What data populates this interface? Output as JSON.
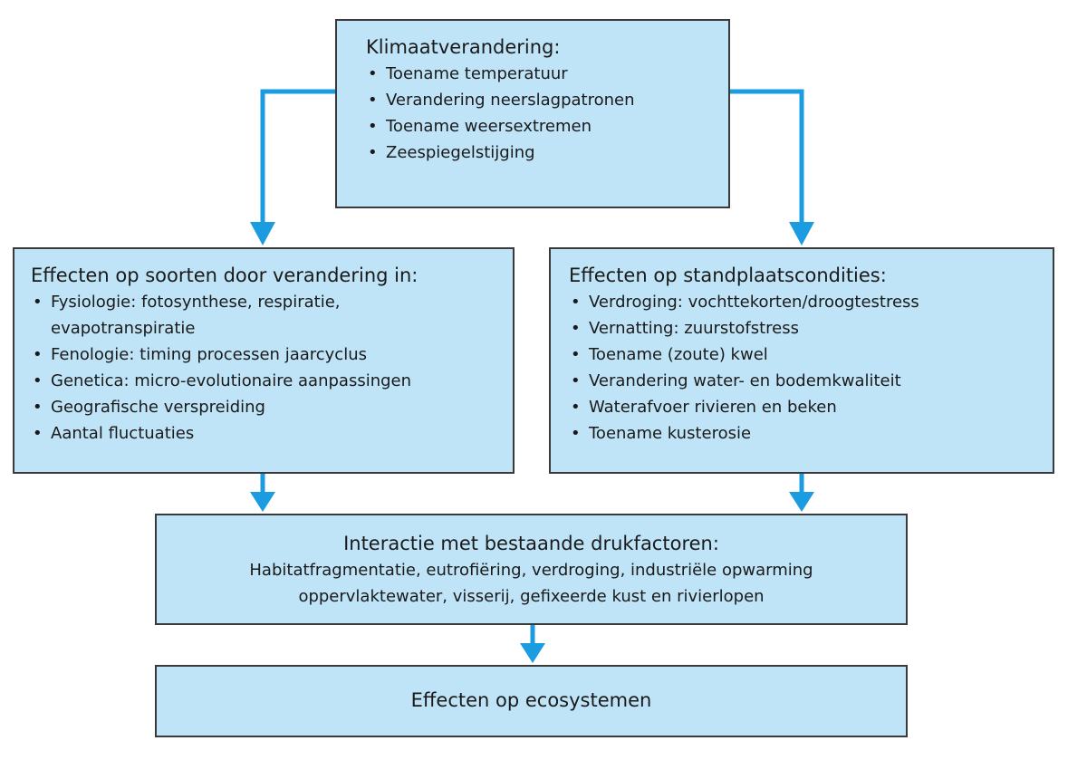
{
  "climate": {
    "title": "Klimaatverandering:",
    "items": [
      "Toename temperatuur",
      "Verandering neerslagpatronen",
      "Toename weersextremen",
      "Zeespiegelstijging"
    ]
  },
  "species": {
    "title": "Effecten op soorten door verandering in:",
    "items": [
      "Fysiologie: fotosynthese, respiratie,",
      "Fenologie: timing processen jaarcyclus",
      "Genetica: micro-evolutionaire aanpassingen",
      "Geografische verspreiding",
      "Aantal fluctuaties"
    ],
    "item0_cont": "evapotranspiratie"
  },
  "site": {
    "title": "Effecten op standplaatscondities:",
    "items": [
      "Verdroging: vochttekorten/droogtestress",
      "Vernatting: zuurstofstress",
      "Toename (zoute) kwel",
      "Verandering water- en bodemkwaliteit",
      "Waterafvoer rivieren en beken",
      "Toename kusterosie"
    ]
  },
  "interaction": {
    "title": "Interactie met bestaande drukfactoren:",
    "line1": "Habitatfragmentatie, eutrofiëring, verdroging, industriële opwarming",
    "line2": "oppervlaktewater, visserij, gefixeerde kust en rivierlopen"
  },
  "ecosystems": {
    "title": "Effecten op ecosystemen"
  },
  "colors": {
    "box_fill": "#bfe4f8",
    "box_border": "#3a3a3a",
    "arrow": "#1b9be0"
  }
}
